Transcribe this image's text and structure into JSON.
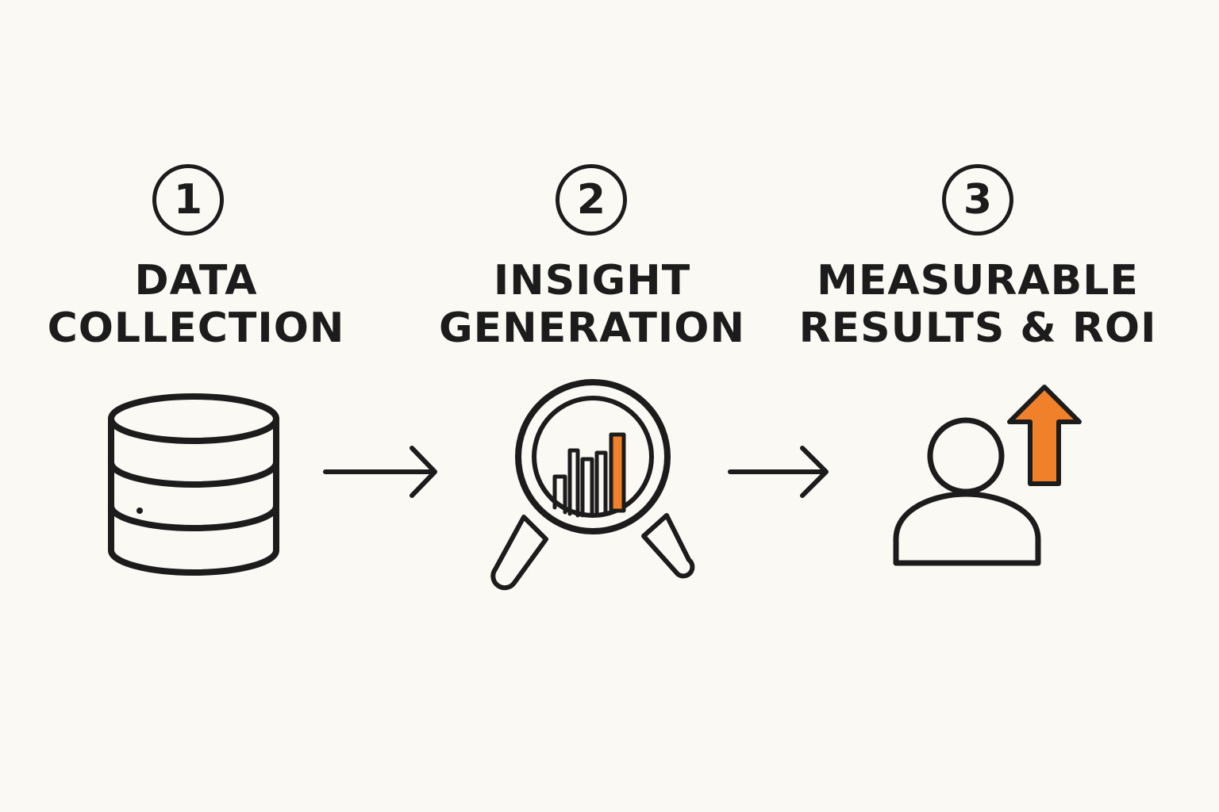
{
  "diagram": {
    "accent_color": "#f0802a",
    "stroke_color": "#1c1c1c",
    "steps": [
      {
        "number": "1",
        "label_line1": "DATA",
        "label_line2": "COLLECTION",
        "icon": "database-icon"
      },
      {
        "number": "2",
        "label_line1": "INSIGHT",
        "label_line2": "GENERATION",
        "icon": "magnifier-chart-icon"
      },
      {
        "number": "3",
        "label_line1": "MEASURABLE",
        "label_line2": "RESULTS & ROI",
        "icon": "user-growth-icon"
      }
    ],
    "connectors": [
      "arrow-right-icon",
      "arrow-right-icon"
    ]
  }
}
